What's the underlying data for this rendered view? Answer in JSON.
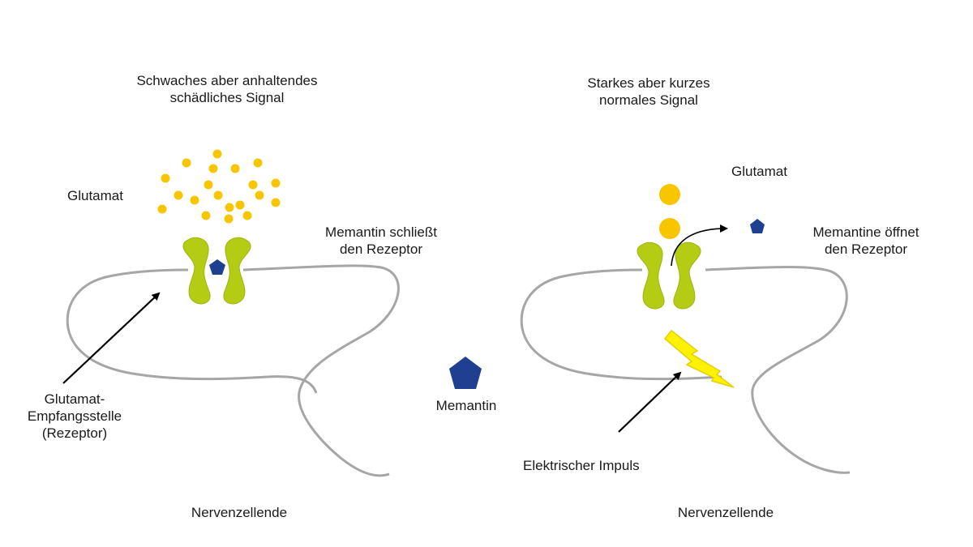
{
  "left_panel": {
    "title_line1": "Schwaches aber anhaltendes",
    "title_line2": "schädliches Signal",
    "glutamate_label": "Glutamat",
    "memantine_action_line1": "Memantin schließt",
    "memantine_action_line2": "den Rezeptor",
    "receptor_label_line1": "Glutamat-",
    "receptor_label_line2": "Empfangsstelle",
    "receptor_label_line3": "(Rezeptor)",
    "footer": "Nervenzellende"
  },
  "legend": {
    "memantine_label": "Memantin"
  },
  "right_panel": {
    "title_line1": "Starkes aber kurzes",
    "title_line2": "normales Signal",
    "glutamate_label": "Glutamat",
    "memantine_action_line1": "Memantine öffnet",
    "memantine_action_line2": "den Rezeptor",
    "impulse_label": "Elektrischer Impuls",
    "footer": "Nervenzellende"
  },
  "colors": {
    "glutamate": "#f7c600",
    "receptor": "#b5cc14",
    "receptor_outline": "#9fb40f",
    "memantine": "#1f3f91",
    "membrane": "#a6a6a6",
    "lightning": "#fff200",
    "lightning_outline": "#e6cf00"
  }
}
